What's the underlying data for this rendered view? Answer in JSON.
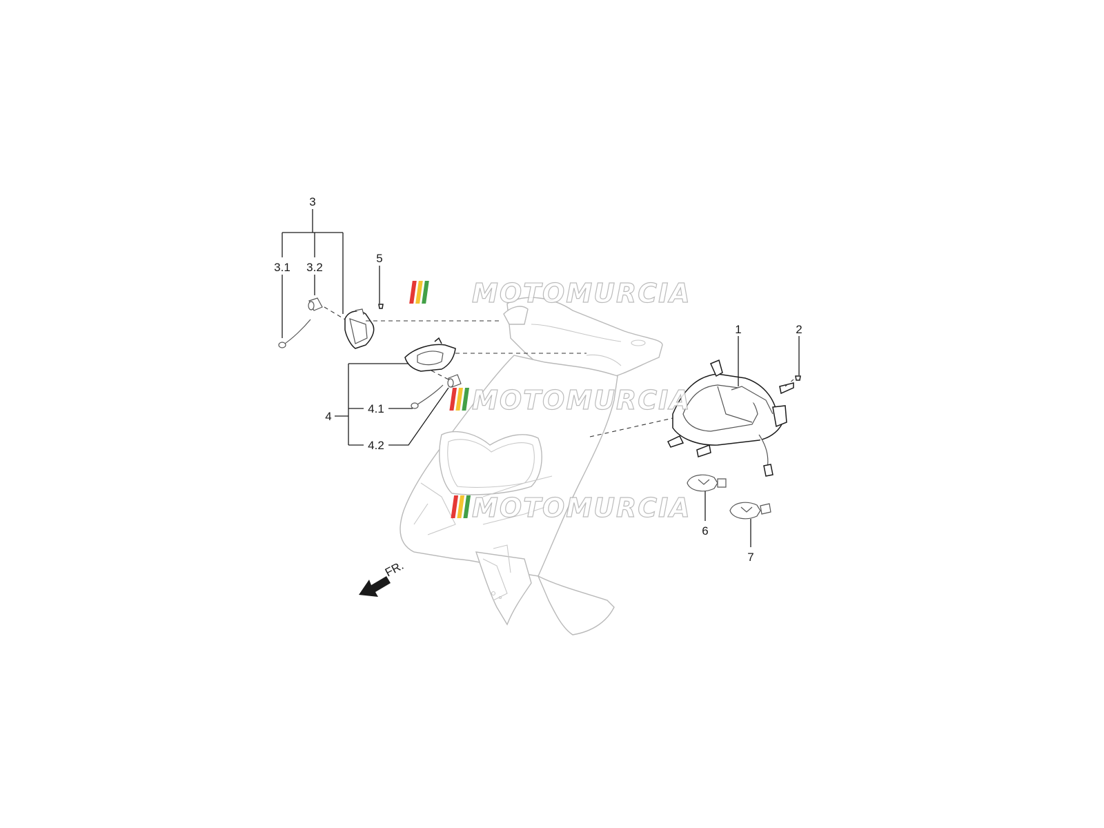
{
  "diagram": {
    "callouts": {
      "c1": "1",
      "c2": "2",
      "c3": "3",
      "c3_1": "3.1",
      "c3_2": "3.2",
      "c4": "4",
      "c4_1": "4.1",
      "c4_2": "4.2",
      "c5": "5",
      "c6": "6",
      "c7": "7"
    },
    "direction_label": "FR."
  },
  "watermark": {
    "text": "MOTOMURCIA",
    "stripe_colors": [
      "#e53935",
      "#f4c430",
      "#43a047"
    ]
  },
  "colors": {
    "ink": "#1a1a1a",
    "body_outline": "#b9b9b9"
  }
}
